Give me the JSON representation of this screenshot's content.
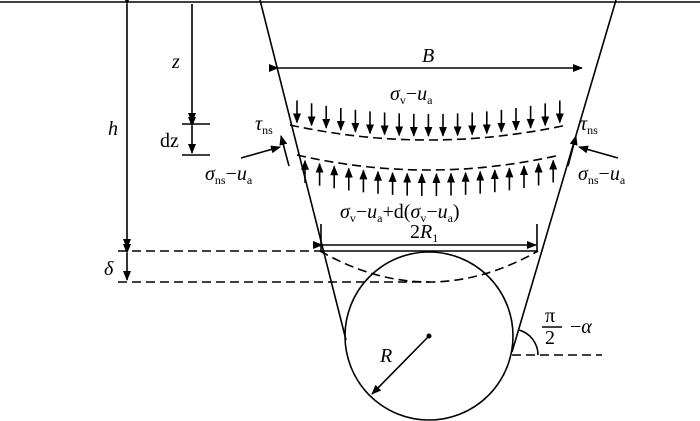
{
  "labels": {
    "h": "h",
    "z": "z",
    "dz": "dz",
    "delta": "δ",
    "B": "B",
    "sigma": "σ",
    "sub_v": "v",
    "sub_ns": "ns",
    "sub_a": "a",
    "tau": "τ",
    "u": "u",
    "minus": "−",
    "plus_d": "+d(",
    "close": ")",
    "two": "2",
    "R": "R",
    "sub_1": "1",
    "pi": "π",
    "alpha": "α"
  }
}
